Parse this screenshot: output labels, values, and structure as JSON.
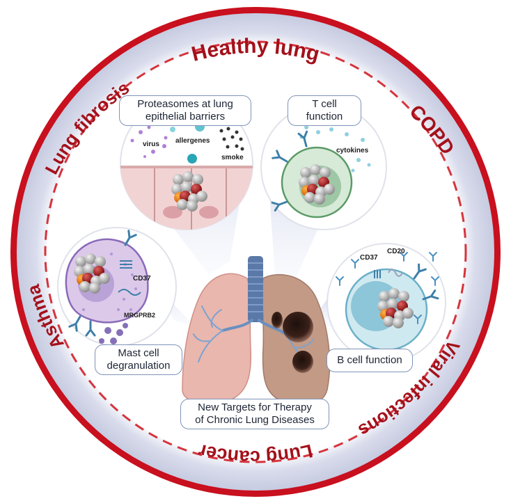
{
  "ring_labels": {
    "top": "Healthy lung",
    "right_upper": "COPD",
    "right_lower": "Viral infections",
    "bottom": "Lung cancer",
    "left_lower": "Asthma",
    "left_upper": "Lung fibrosis"
  },
  "panels": {
    "epithelial": {
      "title_line1": "Proteasomes at lung",
      "title_line2": "epithelial barriers",
      "tag_virus": "virus",
      "tag_allergenes": "allergenes",
      "tag_smoke": "smoke"
    },
    "tcell": {
      "title_line1": "T cell",
      "title_line2": "function",
      "tag_cytokines": "cytokines"
    },
    "mast": {
      "title_line1": "Mast cell",
      "title_line2": "degranulation",
      "tag_cd37": "CD37",
      "tag_mrgprb2": "MRGPRB2"
    },
    "bcell": {
      "title": "B cell function",
      "tag_cd37": "CD37",
      "tag_cd20": "CD20"
    }
  },
  "center": {
    "title_line1": "New Targets for Therapy",
    "title_line2": "of Chronic Lung Diseases"
  },
  "colors": {
    "ring_red": "#c8101e",
    "ring_band": "#c7cbe0",
    "dash_red": "#d6343d",
    "label_red": "#a3111b",
    "lung_pink": "#e9b7ae",
    "lung_brown": "#c29a86",
    "tumor": "#3a2119",
    "trachea": "#5b79a8"
  }
}
